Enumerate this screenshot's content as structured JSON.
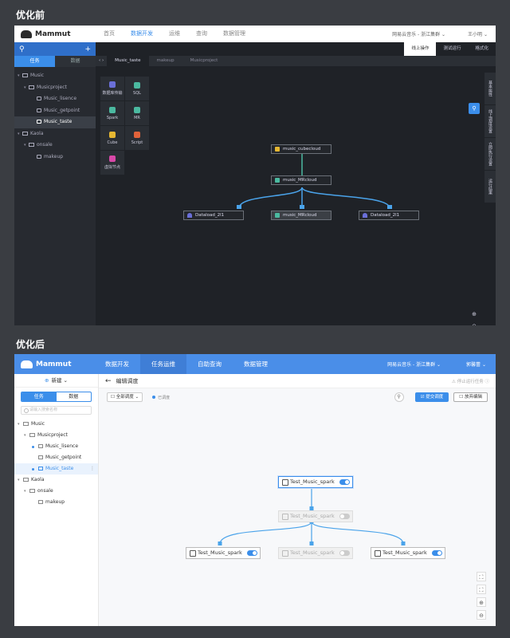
{
  "labels": {
    "before": "优化前",
    "after": "优化后"
  },
  "colors": {
    "accent": "#3b8eea",
    "dark_bg": "#1f2227",
    "light_header": "#4a8ee8"
  },
  "before": {
    "logo": "Mammut",
    "nav": [
      "首页",
      "数据开发",
      "运维",
      "查询",
      "数据管理"
    ],
    "nav_active": 1,
    "org": "网易云音乐 - 浙江集群",
    "user": "王小明",
    "sidebar_tabs": [
      "任务",
      "数据"
    ],
    "tree": [
      {
        "label": "Music",
        "level": 0,
        "type": "folder",
        "open": true
      },
      {
        "label": "Musicproject",
        "level": 1,
        "type": "folder",
        "open": true
      },
      {
        "label": "Music_lisence",
        "level": 2,
        "type": "flow"
      },
      {
        "label": "Music_getpoint",
        "level": 2,
        "type": "flow"
      },
      {
        "label": "Music_taste",
        "level": 2,
        "type": "flow",
        "selected": true
      },
      {
        "label": "Kaola",
        "level": 0,
        "type": "folder",
        "open": true
      },
      {
        "label": "onsale",
        "level": 1,
        "type": "folder",
        "open": true
      },
      {
        "label": "makeup",
        "level": 2,
        "type": "flow"
      }
    ],
    "toolbar": [
      "线上操作",
      "测试运行",
      "格式化"
    ],
    "tabs": [
      "Music_taste",
      "makeup",
      "Musicproject"
    ],
    "palette": [
      {
        "label": "数据库传输",
        "color": "#6a6fd8"
      },
      {
        "label": "SQL",
        "color": "#4bb9a0"
      },
      {
        "label": "Spark",
        "color": "#4bb9a0"
      },
      {
        "label": "MR",
        "color": "#4bb9a0"
      },
      {
        "label": "Cube",
        "color": "#e6b732"
      },
      {
        "label": "Script",
        "color": "#e0623a"
      },
      {
        "label": "虚拟节点",
        "color": "#d848a8"
      }
    ],
    "nodes": {
      "top": "music_cubecloud",
      "mid": "music_MRcloud",
      "left": "Dataload_2l1",
      "center": "music_MRcloud",
      "right": "Dataload_2l1"
    },
    "right_tabs": [
      "基本属性",
      "线上调度设置",
      "立即执行设置",
      "运行结果"
    ]
  },
  "after": {
    "logo": "Mammut",
    "nav": [
      "数据开发",
      "任务运维",
      "自助查询",
      "数据管理"
    ],
    "nav_active": 1,
    "org": "网易云音乐 - 浙江集群",
    "user": "郭馨蕾",
    "new_label": "新建",
    "sidebar_tabs": [
      "任务",
      "数据"
    ],
    "search_placeholder": "请输入搜索名称",
    "tree": [
      {
        "label": "Music",
        "level": 0,
        "type": "folder"
      },
      {
        "label": "Musicproject",
        "level": 1,
        "type": "folder"
      },
      {
        "label": "Music_lisence",
        "level": 2,
        "type": "flow",
        "dot": true
      },
      {
        "label": "Music_getpoint",
        "level": 2,
        "type": "flow"
      },
      {
        "label": "Music_taste",
        "level": 2,
        "type": "flow",
        "dot": true,
        "selected": true
      },
      {
        "label": "Kaola",
        "level": 0,
        "type": "folder"
      },
      {
        "label": "onsale",
        "level": 1,
        "type": "folder"
      },
      {
        "label": "makeup",
        "level": 2,
        "type": "flow"
      }
    ],
    "header_title": "编辑调度",
    "header_right": "停止运行任务",
    "select_label": "全部调度",
    "status_label": "已调度",
    "btn_submit": "提交调度",
    "btn_discard": "放弃编辑",
    "node_label": "Test_Music_spark"
  }
}
